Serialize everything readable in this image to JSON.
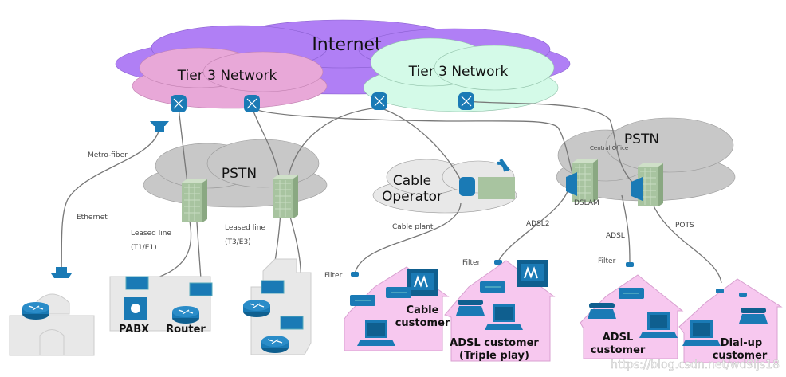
{
  "clouds": {
    "internet": "Internet",
    "tier3_left": "Tier 3 Network",
    "tier3_right": "Tier 3 Network",
    "pstn_left": "PSTN",
    "pstn_right": "PSTN",
    "cable_operator_line1": "Cable",
    "cable_operator_line2": "Operator",
    "central_office": "Central Office"
  },
  "links": {
    "metro_fiber": "Metro-fiber",
    "ethernet": "Ethernet",
    "leased_t1_line1": "Leased line",
    "leased_t1_line2": "(T1/E1)",
    "leased_t3_line1": "Leased line",
    "leased_t3_line2": "(T3/E3)",
    "cable_plant": "Cable plant",
    "adsl2": "ADSL2",
    "adsl": "ADSL",
    "pots": "POTS",
    "dslam": "DSLAM",
    "filter": "Filter"
  },
  "devices": {
    "pabx": "PABX",
    "router": "Router"
  },
  "customers": {
    "cable_line1": "Cable",
    "cable_line2": "customer",
    "adsl_triple_line1": "ADSL customer",
    "adsl_triple_line2": "(Triple play)",
    "adsl_line1": "ADSL",
    "adsl_line2": "customer",
    "dialup_line1": "Dial-up",
    "dialup_line2": "customer"
  },
  "watermark": "https://blog.csdn.net/wd9ljs18",
  "colors": {
    "internet": "#b07ff5",
    "tier3_left": "#e8a8d8",
    "tier3_right": "#d4fae8",
    "pstn": "#c8c8c8",
    "cable_operator": "#e8e8e8",
    "device_blue": "#1a7ab5",
    "house_pink": "#f7c8ef",
    "office_green": "#a8c4a0"
  }
}
